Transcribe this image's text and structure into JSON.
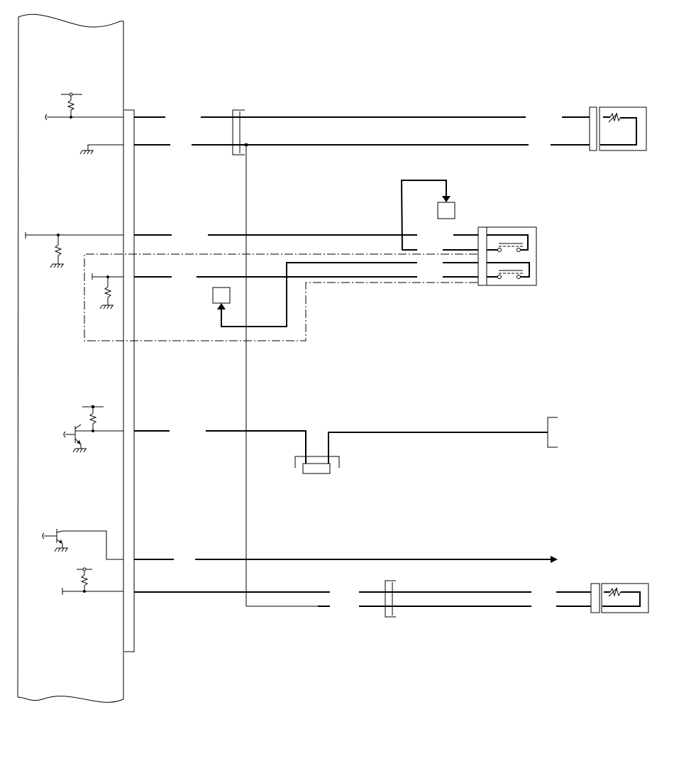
{
  "diagram": {
    "title": "",
    "labels": [],
    "colors": {
      "line": "#000000",
      "background": "#ffffff"
    },
    "components": [
      "control-module",
      "connector-main",
      "sensor-top",
      "sensor-bottom",
      "switch-assembly",
      "shielded-circuit",
      "output-transistor",
      "splice-connector",
      "arrow-output-line"
    ]
  }
}
